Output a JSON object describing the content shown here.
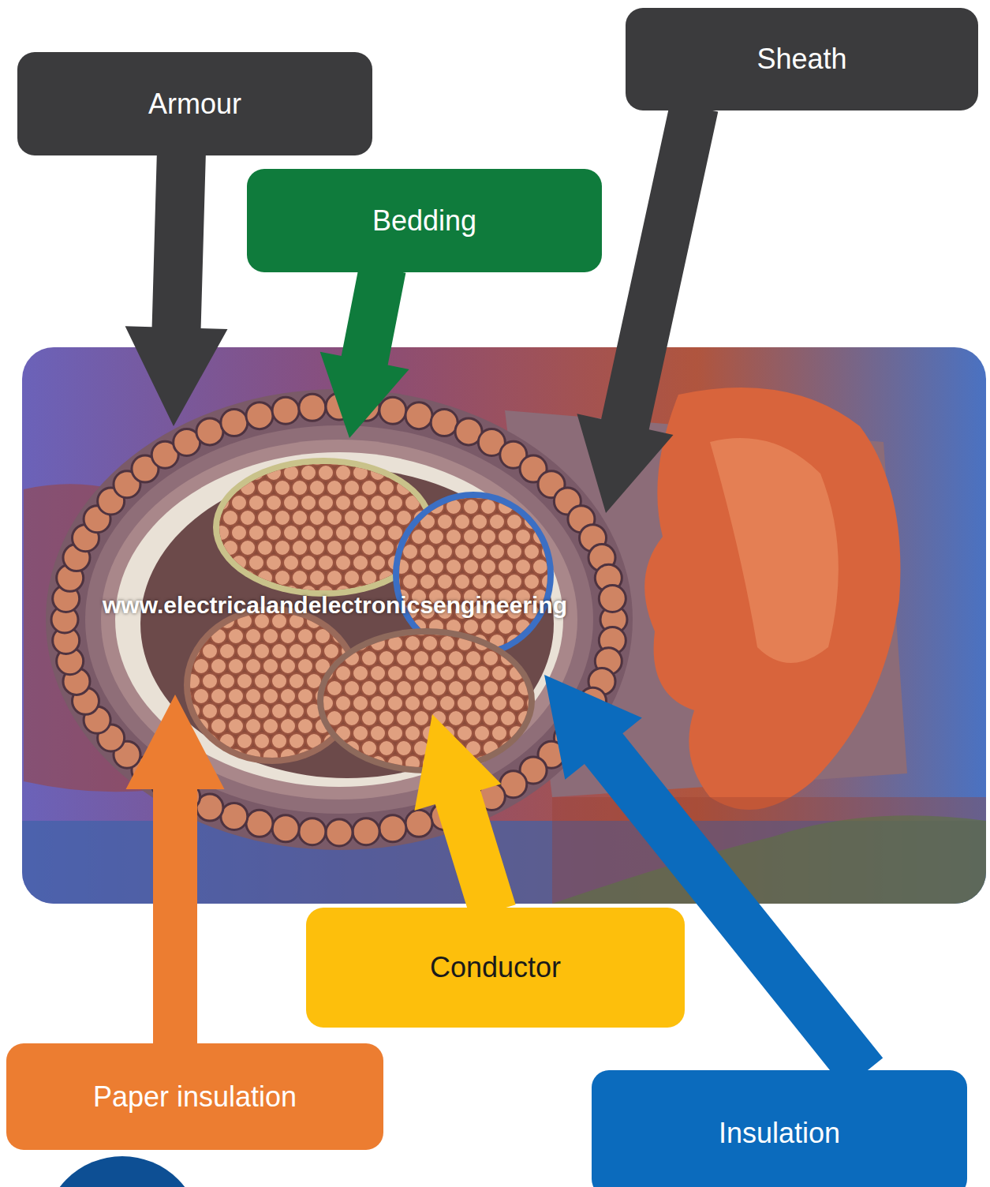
{
  "diagram": {
    "nodes": [
      {
        "text": [
          "Armour"
        ]
      },
      {
        "text": [
          "Bedding"
        ]
      },
      {
        "text": [
          "Sheath"
        ]
      },
      {
        "text": [
          "Paper insulation"
        ]
      },
      {
        "text": [
          "Conductor"
        ]
      },
      {
        "text": [
          "Insulation"
        ]
      }
    ],
    "labels": [
      "www.electricalandelectronicsengineering"
    ]
  }
}
